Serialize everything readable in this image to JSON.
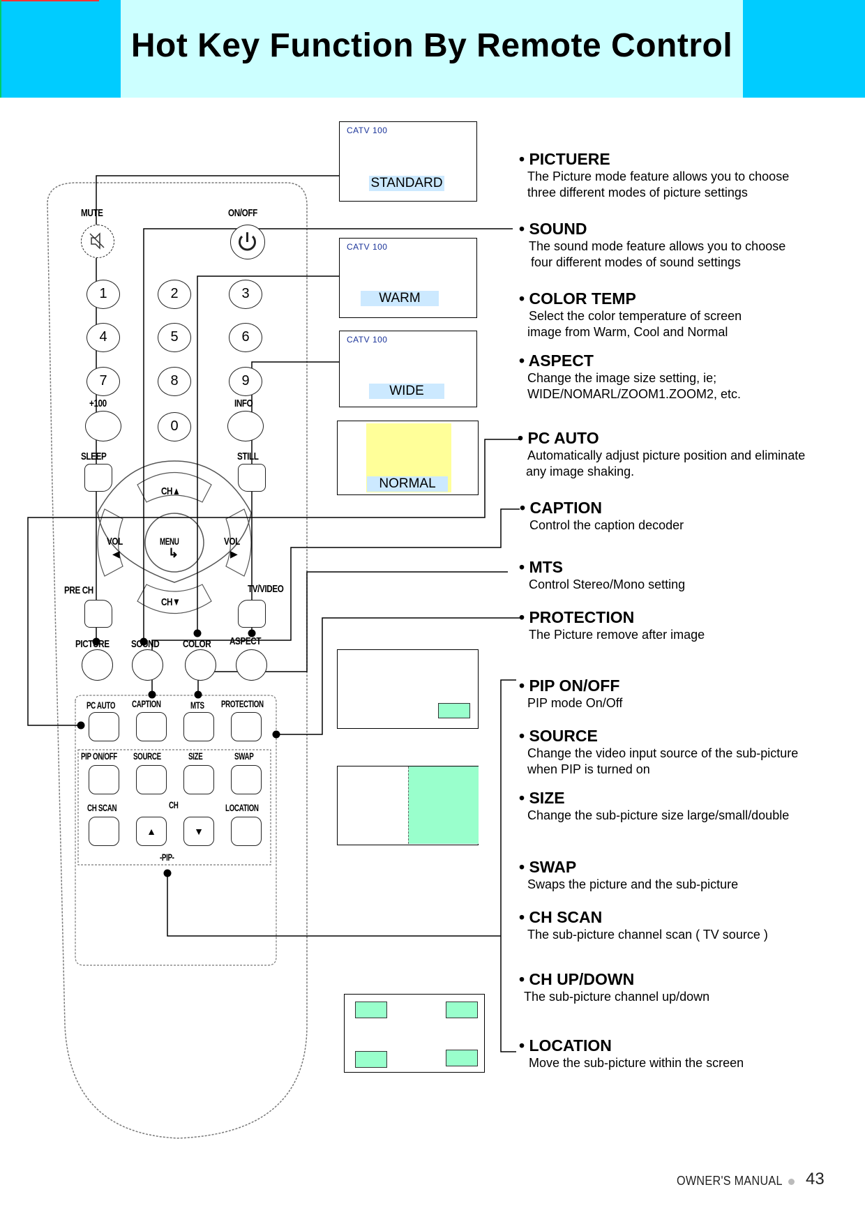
{
  "header": {
    "title": "Hot Key Function By Remote Control"
  },
  "screens": {
    "picture": {
      "channel": "CATV  100",
      "mode": "STANDARD"
    },
    "color": {
      "channel": "CATV  100",
      "mode": "WARM"
    },
    "aspect": {
      "channel": "CATV  100",
      "mode": "WIDE"
    },
    "pc_auto": {
      "mode": "NORMAL"
    }
  },
  "descriptions": [
    {
      "title": "PICTUERE",
      "lines": [
        "The Picture mode feature allows you to choose",
        "three different modes of picture settings"
      ]
    },
    {
      "title": "SOUND",
      "lines": [
        " The sound mode feature allows you to choose",
        "four different modes of sound settings"
      ]
    },
    {
      "title": "COLOR TEMP",
      "lines": [
        "Select the color temperature of screen",
        "image from Warm, Cool and Normal"
      ]
    },
    {
      "title": "ASPECT",
      "lines": [
        "Change the image size setting, ie;",
        "WIDE/NOMARL/ZOOM1.ZOOM2, etc."
      ]
    },
    {
      "title": "PC AUTO",
      "lines": [
        "Automatically adjust picture position and eliminate",
        "any image shaking."
      ]
    },
    {
      "title": "CAPTION",
      "lines": [
        "Control the caption decoder"
      ]
    },
    {
      "title": "MTS",
      "lines": [
        "Control Stereo/Mono setting"
      ]
    },
    {
      "title": "PROTECTION",
      "lines": [
        "The Picture remove after image"
      ]
    },
    {
      "title": "PIP ON/OFF",
      "lines": [
        "PIP mode On/Off"
      ]
    },
    {
      "title": "SOURCE",
      "lines": [
        "Change the video input source of the sub-picture",
        "when PIP is turned on"
      ]
    },
    {
      "title": "SIZE",
      "lines": [
        "Change the sub-picture size  large/small/double"
      ]
    },
    {
      "title": "SWAP",
      "lines": [
        "Swaps the picture and the sub-picture"
      ]
    },
    {
      "title": "CH SCAN",
      "lines": [
        "The sub-picture channel scan ( TV source )"
      ]
    },
    {
      "title": "CH UP/DOWN",
      "lines": [
        "The sub-picture channel up/down"
      ]
    },
    {
      "title": "LOCATION",
      "lines": [
        "Move the sub-picture within the screen"
      ]
    }
  ],
  "remote": {
    "mute": "MUTE",
    "on_off": "ON/OFF",
    "numbers": [
      "1",
      "2",
      "3",
      "4",
      "5",
      "6",
      "7",
      "8",
      "9",
      "0"
    ],
    "plus100": "+100",
    "info": "INFO",
    "sleep": "SLEEP",
    "still": "STILL",
    "ch_up": "CH▲",
    "ch_down": "CH▼",
    "vol_left": "VOL",
    "vol_right": "VOL",
    "menu": "MENU",
    "pre_ch": "PRE CH",
    "tv_video": "TV/VIDEO",
    "picture": "PICTURE",
    "sound": "SOUND",
    "color": "COLOR",
    "aspect": "ASPECT",
    "pc_auto": "PC AUTO",
    "caption": "CAPTION",
    "mts": "MTS",
    "protection": "PROTECTION",
    "pip_on_off": "PIP ON/OFF",
    "source": "SOURCE",
    "size": "SIZE",
    "swap": "SWAP",
    "ch_scan": "CH SCAN",
    "ch": "CH",
    "location": "LOCATION",
    "pip": "-PIP-"
  },
  "footer": {
    "manual": "OWNER'S MANUAL",
    "page": "43"
  },
  "colors": {
    "header_side": "#00ccff",
    "header_mid": "#ccffff",
    "pip_window": "#99ffcc",
    "normal_screen": "#ffff99"
  }
}
